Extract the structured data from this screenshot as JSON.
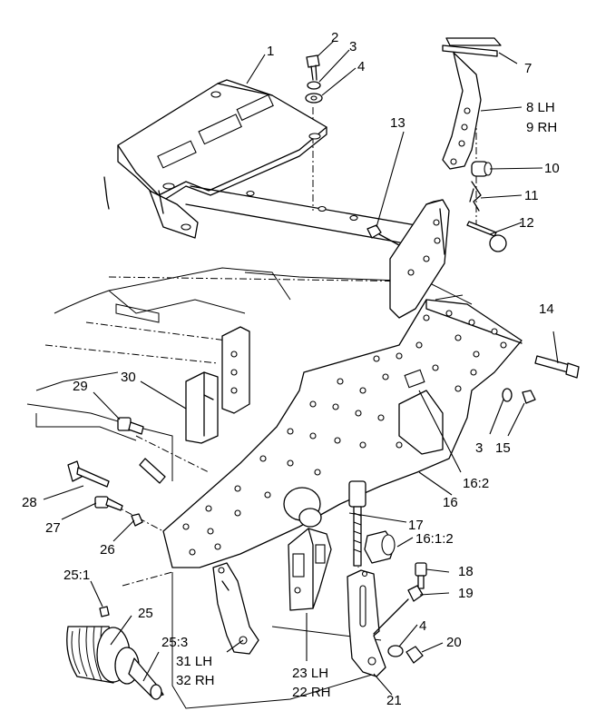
{
  "callouts": [
    {
      "id": "c1",
      "text": "1"
    },
    {
      "id": "c2",
      "text": "2"
    },
    {
      "id": "c3a",
      "text": "3"
    },
    {
      "id": "c4a",
      "text": "4"
    },
    {
      "id": "c7",
      "text": "7"
    },
    {
      "id": "c8",
      "text": "8 LH"
    },
    {
      "id": "c9",
      "text": "9 RH"
    },
    {
      "id": "c10",
      "text": "10"
    },
    {
      "id": "c11",
      "text": "11"
    },
    {
      "id": "c12",
      "text": "12"
    },
    {
      "id": "c13",
      "text": "13"
    },
    {
      "id": "c14",
      "text": "14"
    },
    {
      "id": "c3b",
      "text": "3"
    },
    {
      "id": "c15",
      "text": "15"
    },
    {
      "id": "c16_2",
      "text": "16:2"
    },
    {
      "id": "c16",
      "text": "16"
    },
    {
      "id": "c17",
      "text": "17"
    },
    {
      "id": "c16_1_2",
      "text": "16:1:2"
    },
    {
      "id": "c18",
      "text": "18"
    },
    {
      "id": "c19",
      "text": "19"
    },
    {
      "id": "c4b",
      "text": "4"
    },
    {
      "id": "c20",
      "text": "20"
    },
    {
      "id": "c21",
      "text": "21"
    },
    {
      "id": "c23",
      "text": "23 LH"
    },
    {
      "id": "c22",
      "text": "22 RH"
    },
    {
      "id": "c31",
      "text": "31 LH"
    },
    {
      "id": "c32",
      "text": "32 RH"
    },
    {
      "id": "c25_3",
      "text": "25:3"
    },
    {
      "id": "c25",
      "text": "25"
    },
    {
      "id": "c25_1",
      "text": "25:1"
    },
    {
      "id": "c26",
      "text": "26"
    },
    {
      "id": "c27",
      "text": "27"
    },
    {
      "id": "c28",
      "text": "28"
    },
    {
      "id": "c29",
      "text": "29"
    },
    {
      "id": "c30",
      "text": "30"
    }
  ]
}
